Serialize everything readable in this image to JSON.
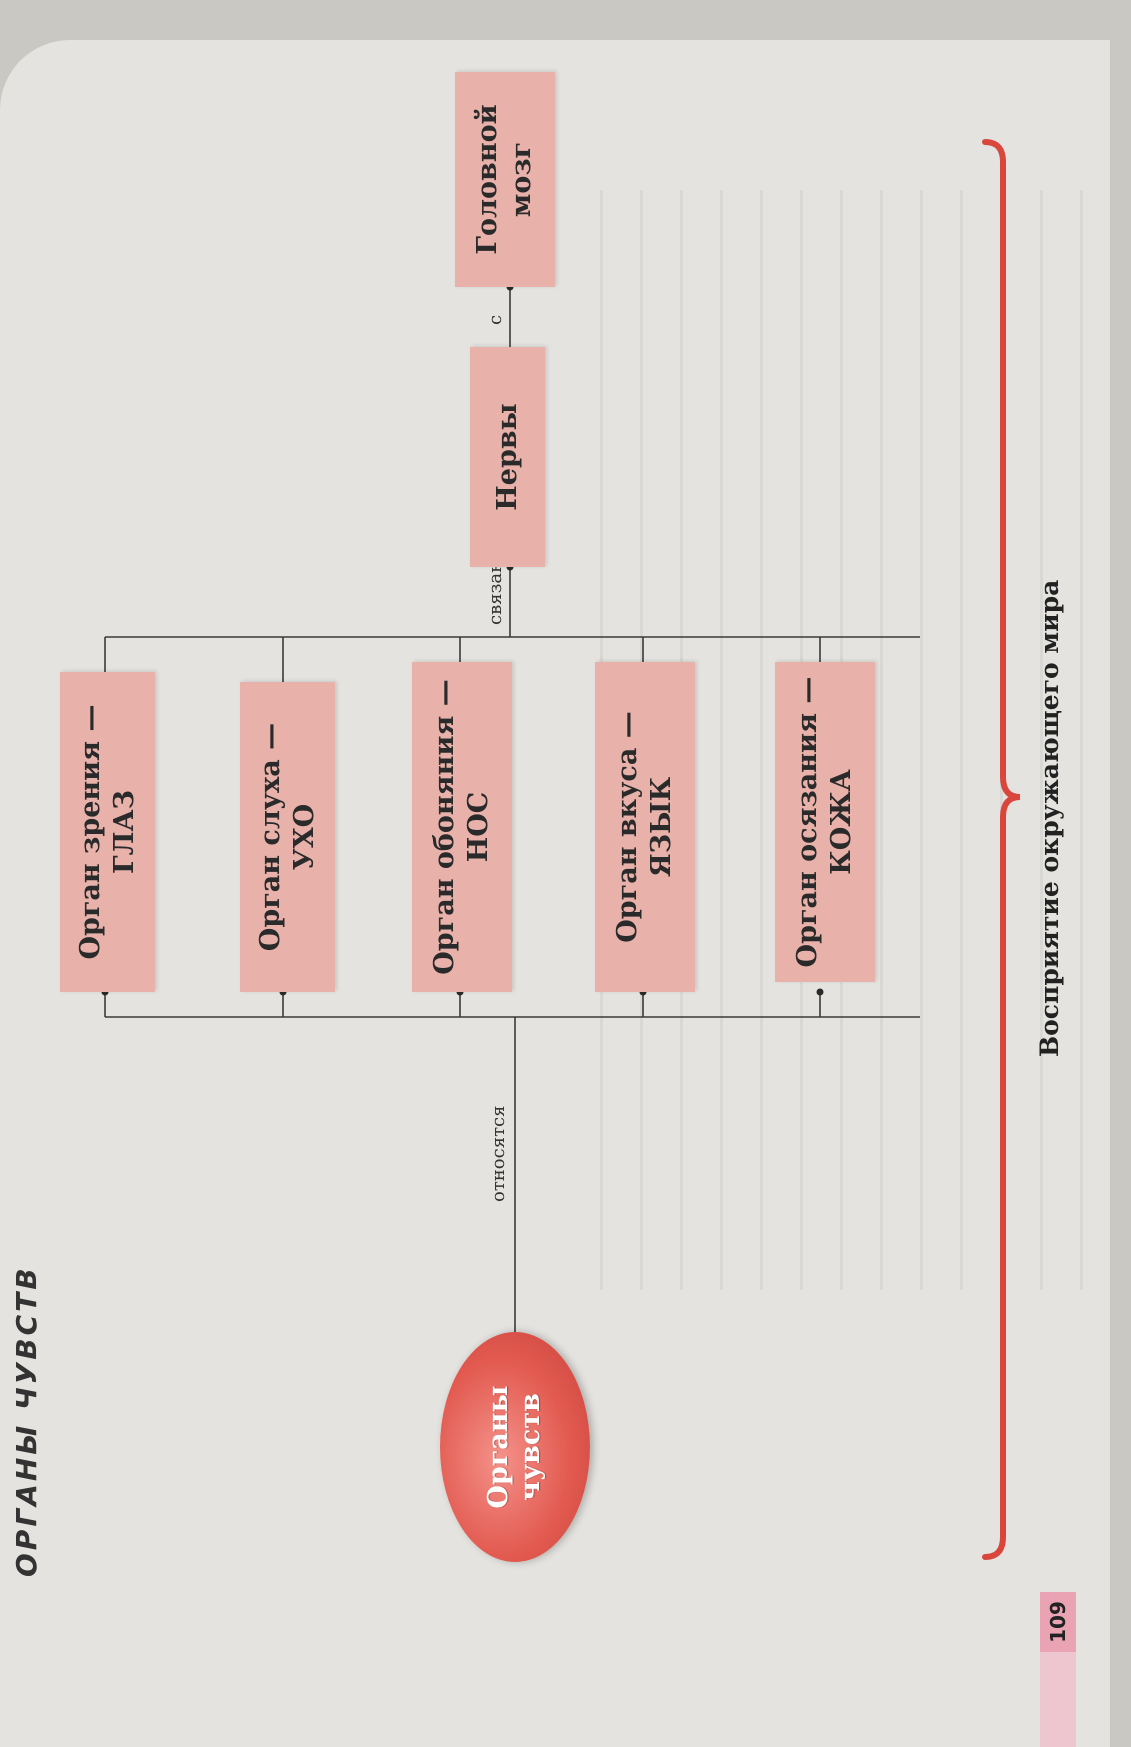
{
  "header": "ОРГАНЫ ЧУВСТВ",
  "center_node": "Органы\nчувств",
  "connectors": {
    "belong": "относятся",
    "linked": "связаны",
    "with": "с"
  },
  "organs": [
    {
      "label": "Орган зрения —\nГЛАЗ"
    },
    {
      "label": "Орган слуха —\nУХО"
    },
    {
      "label": "Орган обоняния —\nНОС"
    },
    {
      "label": "Орган вкуса —\nЯЗЫК"
    },
    {
      "label": "Орган осязания —\nКОЖА"
    }
  ],
  "nerves": "Нервы",
  "brain": "Головной\nмозг",
  "footer": "Восприятие окружающего мира",
  "page_number": "109",
  "colors": {
    "box": "#e8b2ab",
    "ellipse": "#e25a50",
    "brace": "#d9463c",
    "page_tab": "#e9a3b3"
  }
}
